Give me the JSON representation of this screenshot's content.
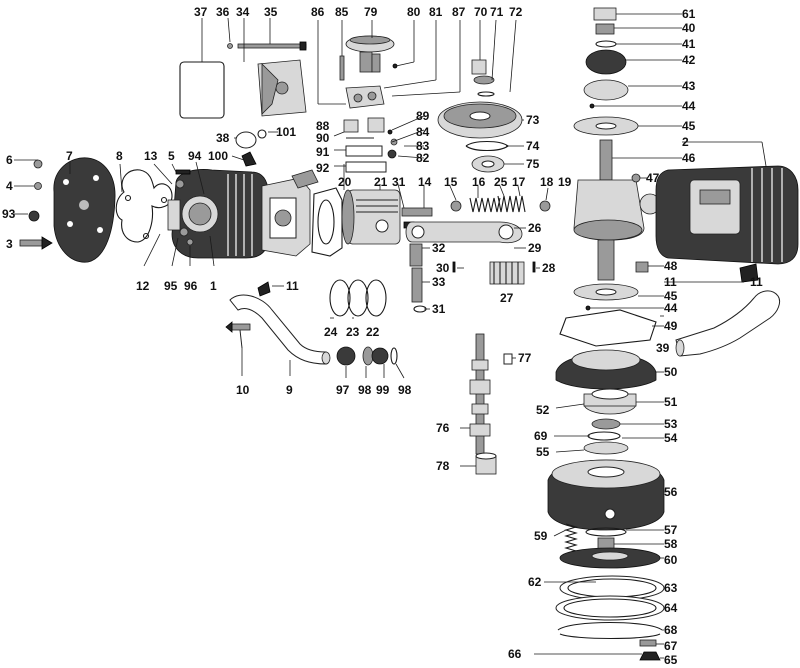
{
  "diagram": {
    "part_numbers": {
      "p1": "1",
      "p2": "2",
      "p3": "3",
      "p4": "4",
      "p5": "5",
      "p6": "6",
      "p7": "7",
      "p8": "8",
      "p9": "9",
      "p10": "10",
      "p11a": "11",
      "p11b": "11",
      "p11c": "11",
      "p12": "12",
      "p13": "13",
      "p14": "14",
      "p15": "15",
      "p16": "16",
      "p17": "17",
      "p18": "18",
      "p19": "19",
      "p20": "20",
      "p21": "21",
      "p22": "22",
      "p23": "23",
      "p24": "24",
      "p25": "25",
      "p26": "26",
      "p27": "27",
      "p28": "28",
      "p29": "29",
      "p30": "30",
      "p31a": "31",
      "p31b": "31",
      "p32": "32",
      "p33": "33",
      "p34": "34",
      "p35": "35",
      "p36": "36",
      "p37": "37",
      "p38": "38",
      "p39": "39",
      "p40": "40",
      "p41": "41",
      "p42": "42",
      "p43": "43",
      "p44a": "44",
      "p44b": "44",
      "p45a": "45",
      "p45b": "45",
      "p46": "46",
      "p47": "47",
      "p48": "48",
      "p49": "49",
      "p50": "50",
      "p51": "51",
      "p52": "52",
      "p53": "53",
      "p54": "54",
      "p55": "55",
      "p56": "56",
      "p57": "57",
      "p58": "58",
      "p59": "59",
      "p60": "60",
      "p61": "61",
      "p62": "62",
      "p63": "63",
      "p64": "64",
      "p65": "65",
      "p66": "66",
      "p67": "67",
      "p68": "68",
      "p69": "69",
      "p70": "70",
      "p71": "71",
      "p72": "72",
      "p73": "73",
      "p74": "74",
      "p75": "75",
      "p76": "76",
      "p77": "77",
      "p78": "78",
      "p79": "79",
      "p80": "80",
      "p81": "81",
      "p82": "82",
      "p83": "83",
      "p84": "84",
      "p85": "85",
      "p86": "86",
      "p87": "87",
      "p88": "88",
      "p89": "89",
      "p90": "90",
      "p91": "91",
      "p92": "92",
      "p93": "93",
      "p94": "94",
      "p95": "95",
      "p96": "96",
      "p97": "97",
      "p98a": "98",
      "p98b": "98",
      "p99": "99",
      "p100": "100",
      "p101": "101"
    }
  }
}
